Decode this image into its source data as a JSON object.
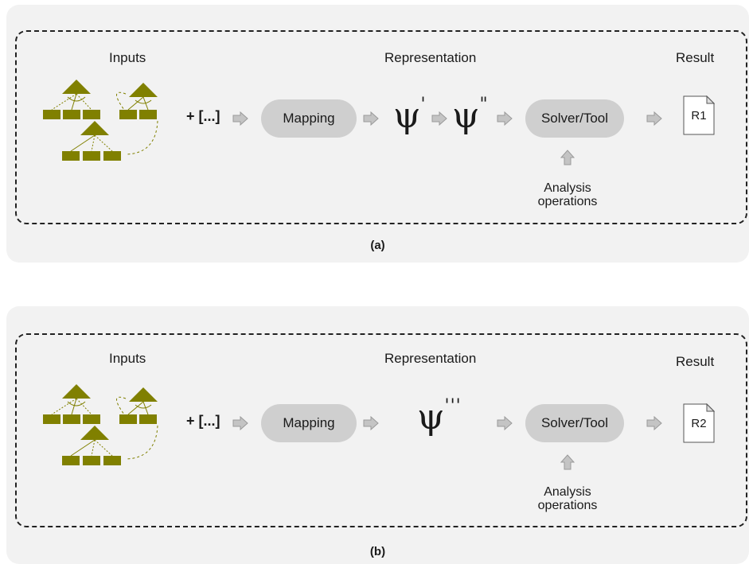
{
  "panels": [
    {
      "caption": "(a)",
      "inputs_label": "Inputs",
      "plus_label": "+ [...]",
      "representation_label": "Representation",
      "result_label": "Result",
      "mapping_label": "Mapping",
      "psi_symbols": [
        {
          "base": "ψ",
          "mark": "'"
        },
        {
          "base": "ψ",
          "mark": "\""
        }
      ],
      "solver_label": "Solver/Tool",
      "analysis_label_line1": "Analysis",
      "analysis_label_line2": "operations",
      "result_doc": "R1"
    },
    {
      "caption": "(b)",
      "inputs_label": "Inputs",
      "plus_label": "+ [...]",
      "representation_label": "Representation",
      "result_label": "Result",
      "mapping_label": "Mapping",
      "psi_symbols": [
        {
          "base": "ψ",
          "mark": "'''"
        }
      ],
      "solver_label": "Solver/Tool",
      "analysis_label_line1": "Analysis",
      "analysis_label_line2": "operations",
      "result_doc": "R2"
    }
  ],
  "colors": {
    "feature_model": "#808000",
    "panel_bg": "#f2f2f2",
    "pill_bg": "#cfcfcf",
    "arrow_fill": "#c4c4c4"
  },
  "icons": {
    "arrow": "right-arrow-icon",
    "up_arrow": "up-arrow-icon",
    "document": "document-icon",
    "feature_model": "feature-model-icon"
  }
}
